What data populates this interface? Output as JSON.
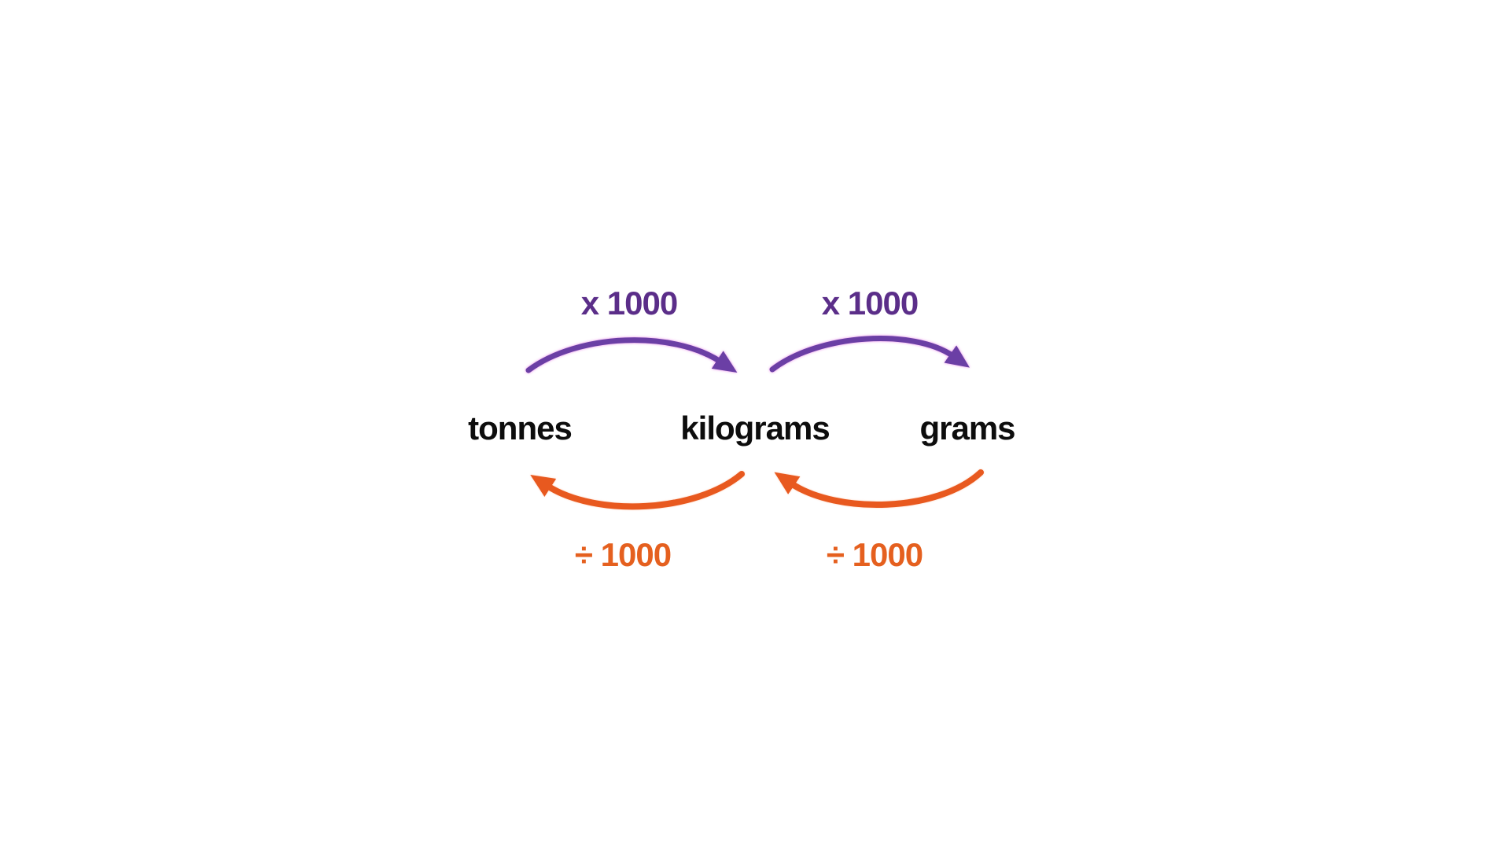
{
  "units": [
    {
      "label": "tonnes"
    },
    {
      "label": "kilograms"
    },
    {
      "label": "grams"
    }
  ],
  "conversions": [
    {
      "from": "tonnes",
      "to": "kilograms",
      "multiply_label": "x 1000",
      "divide_label": "÷ 1000"
    },
    {
      "from": "kilograms",
      "to": "grams",
      "multiply_label": "x 1000",
      "divide_label": "÷ 1000"
    }
  ],
  "colors": {
    "multiply_text": "#5b2e89",
    "multiply_arrow": "#6b3fa5",
    "divide_text": "#e5601f",
    "divide_arrow": "#e8591f",
    "unit_text": "#0d0d0d",
    "background": "#ffffff"
  }
}
